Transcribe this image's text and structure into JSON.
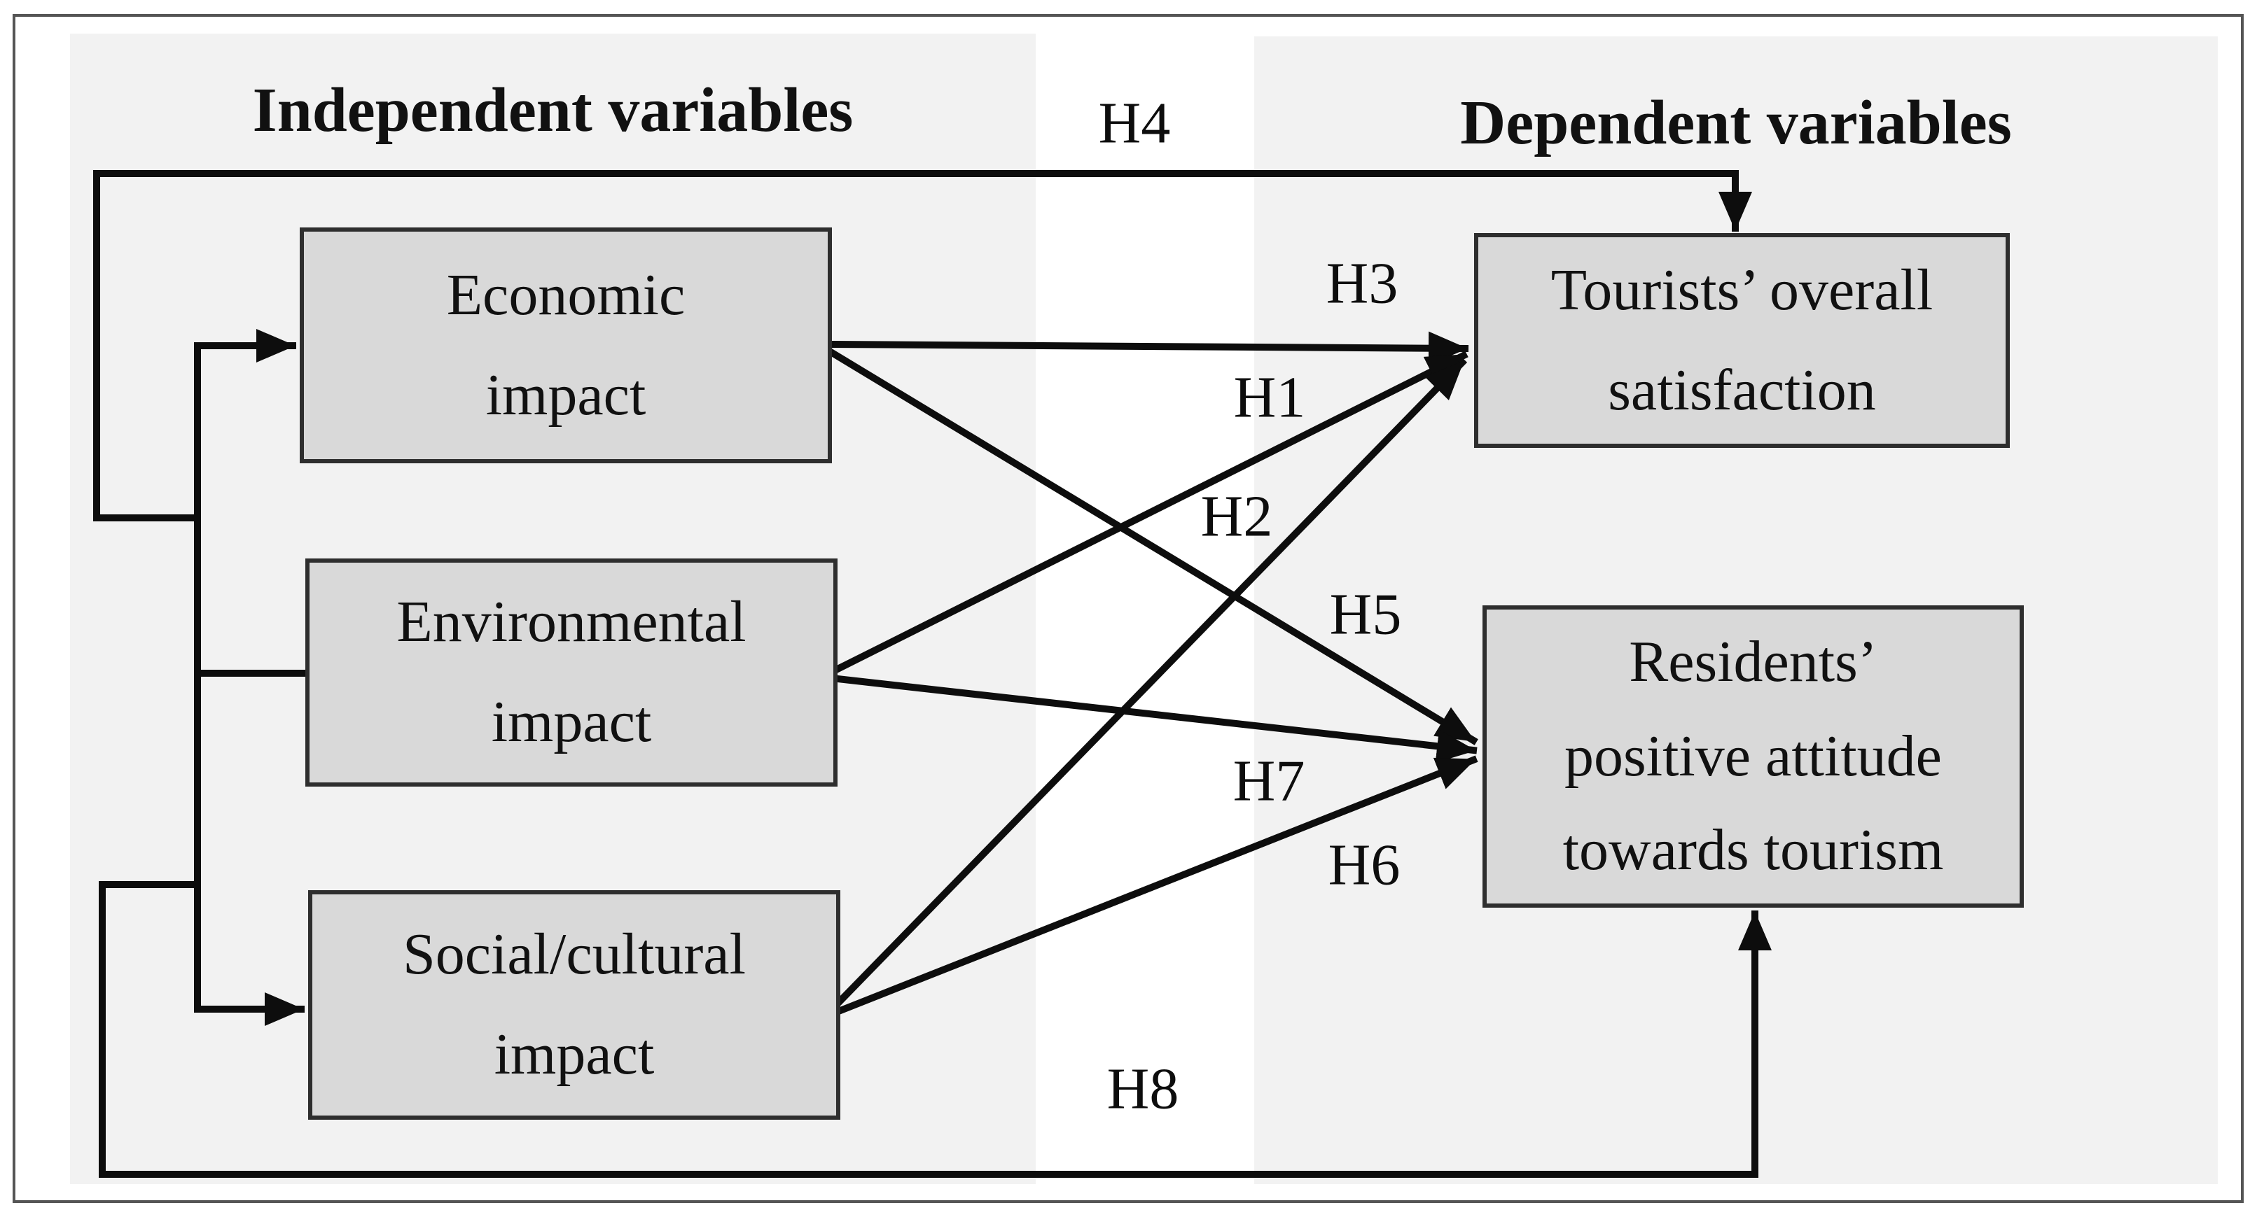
{
  "figure": {
    "left_title": "Independent variables",
    "right_title": "Dependent variables"
  },
  "nodes": {
    "economic": {
      "name": "Economic impact",
      "lines": [
        "Economic",
        "impact"
      ]
    },
    "environmental": {
      "name": "Environmental impact",
      "lines": [
        "Environmental",
        "impact"
      ]
    },
    "social": {
      "name": "Social/cultural impact",
      "lines": [
        "Social/cultural",
        "impact"
      ]
    },
    "tourists": {
      "name": "Tourists’ overall satisfaction",
      "lines": [
        "Tourists’ overall",
        "satisfaction"
      ]
    },
    "residents": {
      "name": "Residents’ positive attitude towards tourism",
      "lines": [
        "Residents’",
        "positive attitude",
        "towards tourism"
      ]
    }
  },
  "labels": {
    "h1": "H1",
    "h2": "H2",
    "h3": "H3",
    "h4": "H4",
    "h5": "H5",
    "h6": "H6",
    "h7": "H7",
    "h8": "H8"
  },
  "edges": [
    {
      "label": "H1",
      "from": "Environmental impact",
      "to": "Tourists’ overall satisfaction",
      "style": "arrow"
    },
    {
      "label": "H2",
      "from": "Social/cultural impact",
      "to": "Tourists’ overall satisfaction",
      "style": "arrow"
    },
    {
      "label": "H3",
      "from": "Economic impact",
      "to": "Tourists’ overall satisfaction",
      "style": "arrow"
    },
    {
      "label": "H4",
      "from": "All three impacts (combined bus)",
      "to": "Tourists’ overall satisfaction",
      "style": "elbow-arrow-top"
    },
    {
      "label": "H5",
      "from": "Economic impact",
      "to": "Residents’ positive attitude towards tourism",
      "style": "arrow"
    },
    {
      "label": "H6",
      "from": "Social/cultural impact",
      "to": "Residents’ positive attitude towards tourism",
      "style": "arrow"
    },
    {
      "label": "H7",
      "from": "Environmental impact",
      "to": "Residents’ positive attitude towards tourism",
      "style": "arrow"
    },
    {
      "label": "H8",
      "from": "All three impacts (combined bus)",
      "to": "Residents’ positive attitude towards tourism",
      "style": "elbow-arrow-bottom"
    }
  ],
  "colors": {
    "background": "#ffffff",
    "panel": "#f2f2f2",
    "node_fill": "#d9d9d9",
    "node_border": "#2e2e2e",
    "connector": "#0d0d0d",
    "frame_border": "#555555",
    "text": "#111111"
  }
}
